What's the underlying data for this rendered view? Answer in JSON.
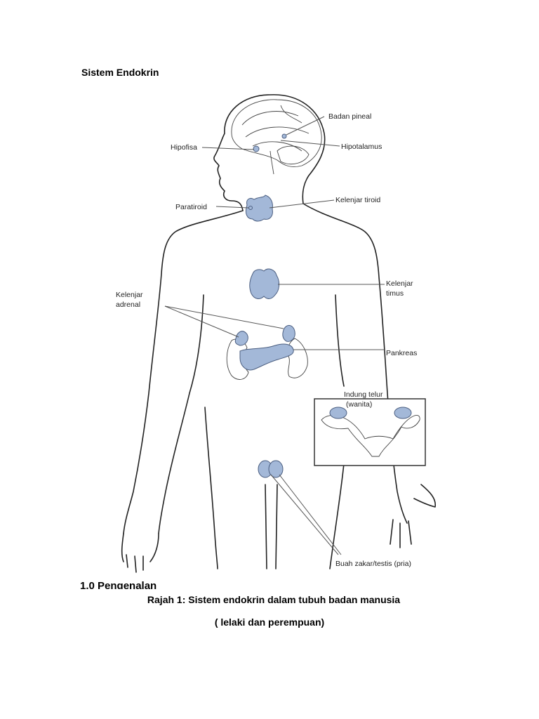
{
  "document": {
    "title": "Sistem Endokrin",
    "section_heading": "1.0 Pengenalan",
    "caption_line1": "Rajah 1: Sistem endokrin dalam tubuh badan manusia",
    "caption_line2": "( lelaki dan perempuan)"
  },
  "figure": {
    "labels": {
      "pineal": "Badan pineal",
      "hypophysis": "Hipofisa",
      "hypothalamus": "Hipotalamus",
      "parathyroid": "Paratiroid",
      "thyroid": "Kelenjar tiroid",
      "thymus_line1": "Kelenjar",
      "thymus_line2": "timus",
      "adrenal_line1": "Kelenjar",
      "adrenal_line2": "adrenal",
      "pancreas": "Pankreas",
      "ovary_line1": "Indung telur",
      "ovary_line2": "(wanita)",
      "testis": "Buah zakar/testis  (pria)"
    },
    "colors": {
      "gland": "#a3b8d8",
      "outline": "#222222"
    }
  }
}
